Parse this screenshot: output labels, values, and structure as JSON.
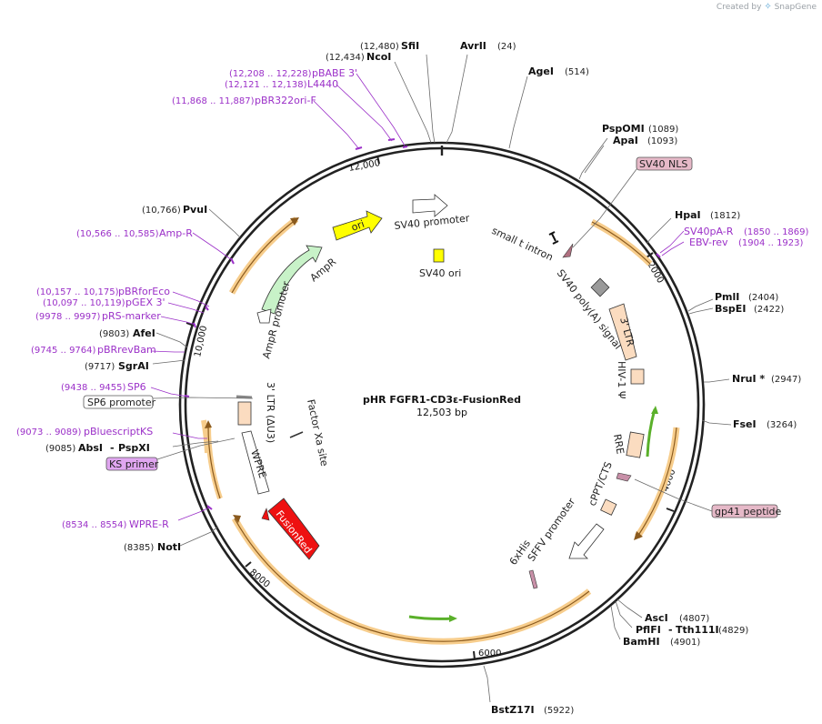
{
  "watermark": {
    "created_by": "Created by",
    "brand": "SnapGene"
  },
  "plasmid": {
    "name": "pHR FGFR1-CD3ε-FusionRed",
    "size_label": "12,503 bp",
    "length": 12503
  },
  "ticks": [
    {
      "pos": 2000,
      "label": "2000"
    },
    {
      "pos": 4000,
      "label": "4000"
    },
    {
      "pos": 6000,
      "label": "6000"
    },
    {
      "pos": 8000,
      "label": "8000"
    },
    {
      "pos": 10000,
      "label": "10,000"
    },
    {
      "pos": 12000,
      "label": "12,000"
    }
  ],
  "sites": [
    {
      "id": "sfii",
      "name": "SfiI",
      "num": "(12,480)",
      "side": "left"
    },
    {
      "id": "ncoi",
      "name": "NcoI",
      "num": "(12,434)",
      "side": "left"
    },
    {
      "id": "avrii",
      "name": "AvrII",
      "num": "(24)",
      "side": "right"
    },
    {
      "id": "agei",
      "name": "AgeI",
      "num": "(514)",
      "side": "right"
    },
    {
      "id": "pspomi",
      "name": "PspOMI",
      "num": "(1089)",
      "side": "right"
    },
    {
      "id": "apai",
      "name": "ApaI",
      "num": "(1093)",
      "side": "right"
    },
    {
      "id": "hpai",
      "name": "HpaI",
      "num": "(1812)",
      "side": "right"
    },
    {
      "id": "pmli",
      "name": "PmlI",
      "num": "(2404)",
      "side": "right"
    },
    {
      "id": "bspei",
      "name": "BspEI",
      "num": "(2422)",
      "side": "right"
    },
    {
      "id": "nrui",
      "name": "NruI *",
      "num": "(2947)",
      "side": "right"
    },
    {
      "id": "fsei",
      "name": "FseI",
      "num": "(3264)",
      "side": "right"
    },
    {
      "id": "asci",
      "name": "AscI",
      "num": "(4807)",
      "side": "right"
    },
    {
      "id": "pflfi",
      "name": "PflFI",
      "name2": "Tth111I",
      "num": "(4829)",
      "side": "right"
    },
    {
      "id": "bamhi",
      "name": "BamHI",
      "num": "(4901)",
      "side": "right"
    },
    {
      "id": "bstz17i",
      "name": "BstZ17I",
      "num": "(5922)",
      "side": "right"
    },
    {
      "id": "noti",
      "name": "NotI",
      "num": "(8385)",
      "side": "left"
    },
    {
      "id": "absi",
      "name": "AbsI",
      "name2": "PspXI",
      "num": "(9085)",
      "side": "left"
    },
    {
      "id": "sgrai",
      "name": "SgrAI",
      "num": "(9717)",
      "side": "left"
    },
    {
      "id": "afei",
      "name": "AfeI",
      "num": "(9803)",
      "side": "left"
    },
    {
      "id": "pvui",
      "name": "PvuI",
      "num": "(10,766)",
      "side": "left"
    }
  ],
  "primers": [
    {
      "id": "pbabe3",
      "name": "pBABE 3'",
      "num": "(12,208 .. 12,228)"
    },
    {
      "id": "l4440",
      "name": "L4440",
      "num": "(12,121 .. 12,138)"
    },
    {
      "id": "pbr322orif",
      "name": "pBR322ori-F",
      "num": "(11,868 .. 11,887)"
    },
    {
      "id": "ampr",
      "name": "Amp-R",
      "num": "(10,566 .. 10,585)"
    },
    {
      "id": "pbrforeco",
      "name": "pBRforEco",
      "num": "(10,157 .. 10,175)"
    },
    {
      "id": "pgex3",
      "name": "pGEX 3'",
      "num": "(10,097 .. 10,119)"
    },
    {
      "id": "prsmarker",
      "name": "pRS-marker",
      "num": "(9978 .. 9997)"
    },
    {
      "id": "pbrrevbam",
      "name": "pBRrevBam",
      "num": "(9745 .. 9764)"
    },
    {
      "id": "sp6",
      "name": "SP6",
      "num": "(9438 .. 9455)"
    },
    {
      "id": "pbluescriptks",
      "name": "pBluescriptKS",
      "num": "(9073 .. 9089)"
    },
    {
      "id": "wprer",
      "name": "WPRE-R",
      "num": "(8534 .. 8554)"
    },
    {
      "id": "sv40par",
      "name": "SV40pA-R",
      "num": "(1850 .. 1869)"
    },
    {
      "id": "ebvrev",
      "name": "EBV-rev",
      "num": "(1904 .. 1923)"
    }
  ],
  "boxed_labels": [
    {
      "id": "sv40nls",
      "text": "SV40 NLS",
      "color": "#e6b9c8"
    },
    {
      "id": "gp41",
      "text": "gp41 peptide",
      "color": "#e6b9c8"
    },
    {
      "id": "sp6prom",
      "text": "SP6 promoter",
      "color": "#ffffff"
    },
    {
      "id": "ksprimer",
      "text": "KS primer",
      "color": "#e0a6f0"
    }
  ],
  "features": [
    {
      "id": "sv40promoter",
      "text": "SV40 promoter"
    },
    {
      "id": "sv40ori",
      "text": "SV40 ori"
    },
    {
      "id": "ori",
      "text": "ori"
    },
    {
      "id": "ampr",
      "text": "AmpR"
    },
    {
      "id": "amprpromoter",
      "text": "AmpR promoter"
    },
    {
      "id": "smalltintron",
      "text": "small t intron"
    },
    {
      "id": "sv40polya",
      "text": "SV40 poly(A) signal"
    },
    {
      "id": "ltr3",
      "text": "3' LTR"
    },
    {
      "id": "hivpsi",
      "text": "HIV-1 Ψ"
    },
    {
      "id": "rre",
      "text": "RRE"
    },
    {
      "id": "cppt",
      "text": "cPPT/CTS"
    },
    {
      "id": "sffv",
      "text": "SFFV promoter"
    },
    {
      "id": "his6",
      "text": "6xHis"
    },
    {
      "id": "fusionred",
      "text": "FusionRed"
    },
    {
      "id": "wpre",
      "text": "WPRE"
    },
    {
      "id": "ltr3du3",
      "text": "3' LTR (ΔU3)"
    },
    {
      "id": "factorxa",
      "text": "Factor Xa site"
    }
  ],
  "colors": {
    "backbone": "#222222",
    "orf_band": "#f7cd8c",
    "orf_line": "#8a5a1e",
    "green_arrow": "#5ab02a",
    "ltr_fill": "#fbdcc0",
    "ori_fill": "#ffff00",
    "ampr_fill": "#c8f2c8",
    "fusionred_fill": "#ee1111",
    "primer": "#9b30c8",
    "gray_box": "#9a9a9a"
  }
}
